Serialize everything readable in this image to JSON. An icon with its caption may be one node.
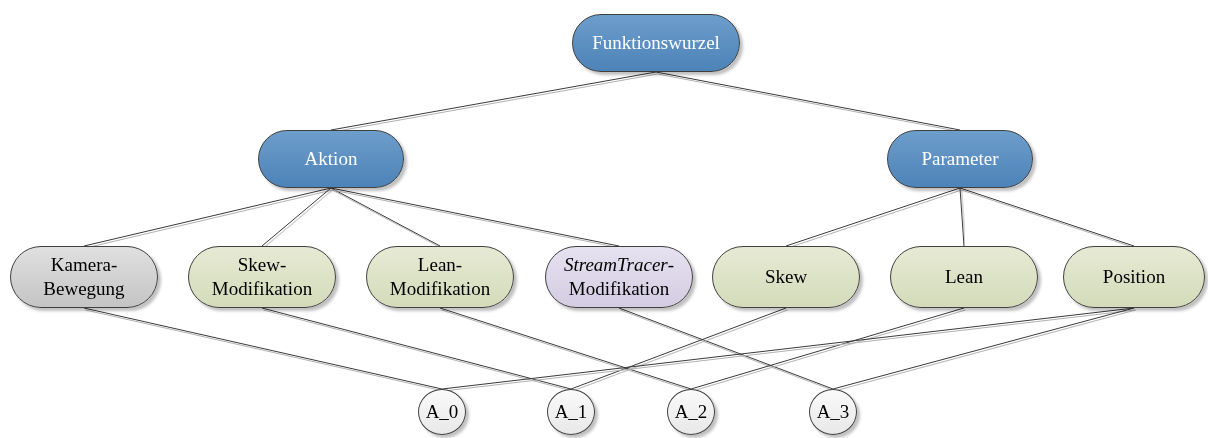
{
  "diagram": {
    "nodes": [
      {
        "text": [
          "Funktionswurzel"
        ]
      },
      {
        "text": [
          "Aktion"
        ]
      },
      {
        "text": [
          "Parameter"
        ]
      },
      {
        "text": [
          "Kamera- Bewegung"
        ]
      },
      {
        "text": [
          "Skew- Modifikation"
        ]
      },
      {
        "text": [
          "Lean- Modifikation"
        ]
      },
      {
        "text": [
          "*StreamTracer*- Modifikation"
        ]
      },
      {
        "text": [
          "Skew"
        ]
      },
      {
        "text": [
          "Lean"
        ]
      },
      {
        "text": [
          "Position"
        ]
      },
      {
        "text": [
          "A_0"
        ]
      },
      {
        "text": [
          "A_1"
        ]
      },
      {
        "text": [
          "A_2"
        ]
      },
      {
        "text": [
          "A_3"
        ]
      }
    ],
    "edges": [
      {
        "from": 0,
        "to": 1,
        "arrow": "none"
      },
      {
        "from": 0,
        "to": 2,
        "arrow": "none"
      },
      {
        "from": 1,
        "to": 3,
        "arrow": "none"
      },
      {
        "from": 1,
        "to": 4,
        "arrow": "none"
      },
      {
        "from": 1,
        "to": 5,
        "arrow": "none"
      },
      {
        "from": 1,
        "to": 6,
        "arrow": "none"
      },
      {
        "from": 2,
        "to": 7,
        "arrow": "none"
      },
      {
        "from": 2,
        "to": 8,
        "arrow": "none"
      },
      {
        "from": 2,
        "to": 9,
        "arrow": "none"
      },
      {
        "from": 3,
        "to": 10,
        "arrow": "none"
      },
      {
        "from": 4,
        "to": 11,
        "arrow": "none"
      },
      {
        "from": 5,
        "to": 12,
        "arrow": "none"
      },
      {
        "from": 6,
        "to": 13,
        "arrow": "none"
      },
      {
        "from": 7,
        "to": 11,
        "arrow": "none"
      },
      {
        "from": 8,
        "to": 12,
        "arrow": "none"
      },
      {
        "from": 9,
        "to": 10,
        "arrow": "none"
      },
      {
        "from": 9,
        "to": 13,
        "arrow": "none"
      }
    ]
  }
}
